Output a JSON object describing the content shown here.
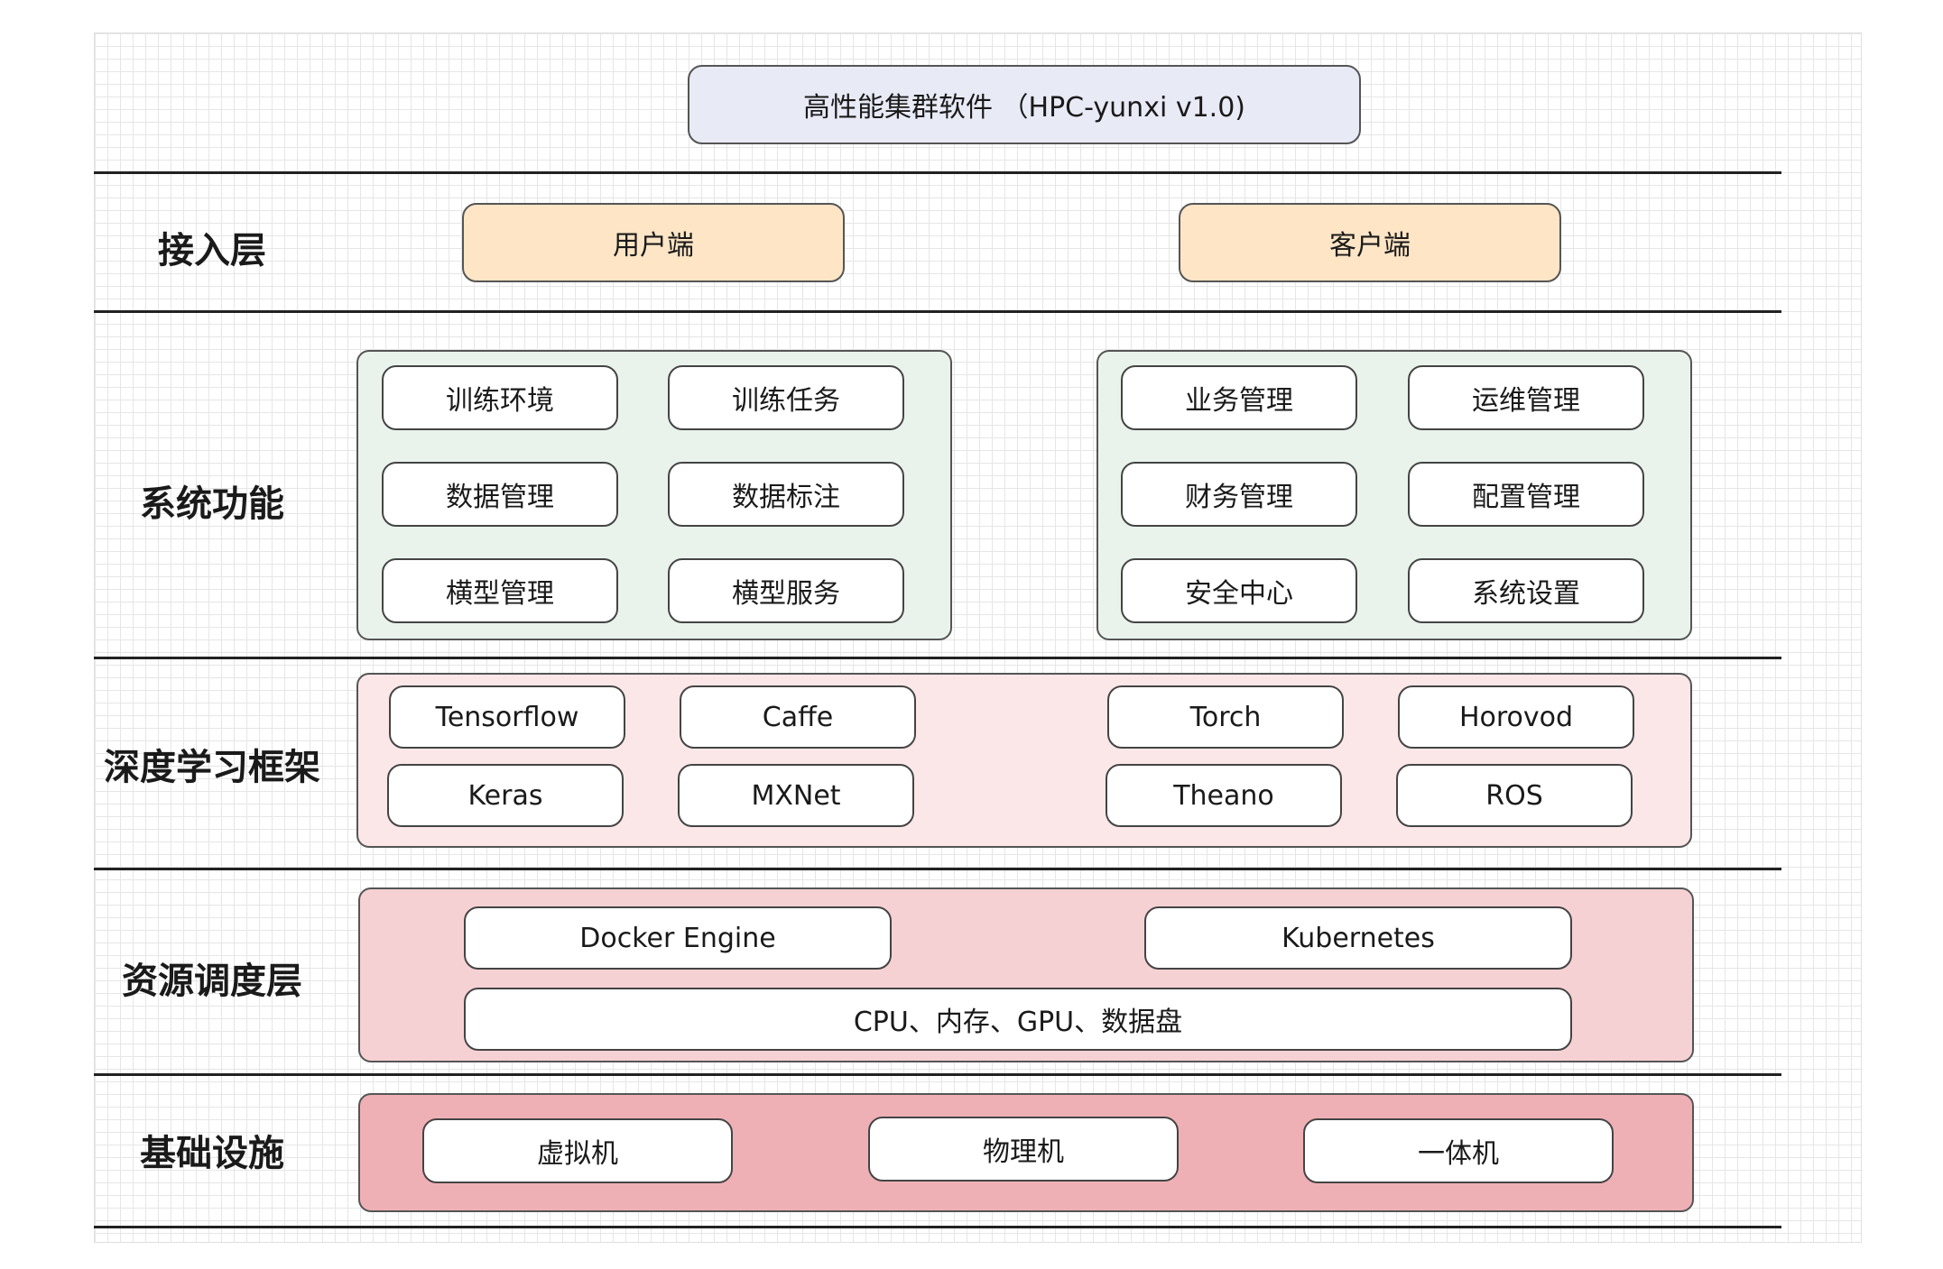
{
  "title": "高性能集群软件 （HPC-yunxi v1.0)",
  "colors": {
    "title_fill": "#e8eaf6",
    "access_fill": "#fde5c6",
    "function_fill": "#e9f3ec",
    "framework_fill": "#fbe7e8",
    "scheduling_fill": "#f6d1d4",
    "infra_fill": "#efb0b5"
  },
  "layers": {
    "access": {
      "label": "接入层",
      "items": [
        "用户端",
        "客户端"
      ]
    },
    "functions": {
      "label": "系统功能",
      "left": [
        "训练环境",
        "训练任务",
        "数据管理",
        "数据标注",
        "横型管理",
        "横型服务"
      ],
      "right": [
        "业务管理",
        "运维管理",
        "财务管理",
        "配置管理",
        "安全中心",
        "系统设置"
      ]
    },
    "frameworks": {
      "label": "深度学习框架",
      "items": [
        "Tensorflow",
        "Caffe",
        "Torch",
        "Horovod",
        "Keras",
        "MXNet",
        "Theano",
        "ROS"
      ]
    },
    "scheduling": {
      "label": "资源调度层",
      "items": [
        "Docker Engine",
        "Kubernetes",
        "CPU、内存、GPU、数据盘"
      ]
    },
    "infrastructure": {
      "label": "基础设施",
      "items": [
        "虚拟机",
        "物理机",
        "一体机"
      ]
    }
  }
}
